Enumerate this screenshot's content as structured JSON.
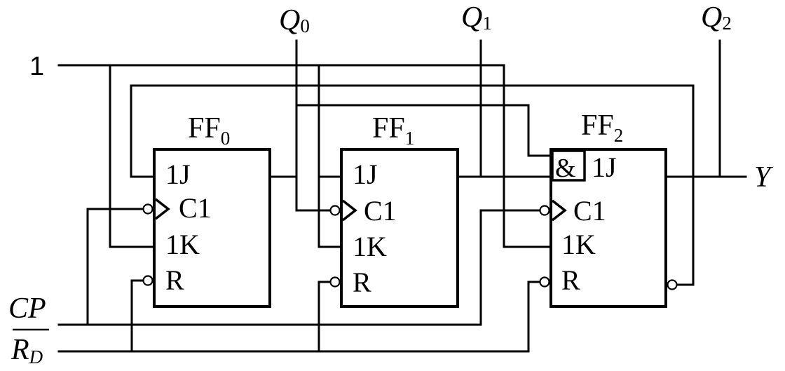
{
  "signals": {
    "q0": "Q",
    "q0_sub": "0",
    "q1": "Q",
    "q1_sub": "1",
    "q2": "Q",
    "q2_sub": "2",
    "one": "1",
    "cp": "CP",
    "rd": "R",
    "rd_sub": "D",
    "y": "Y"
  },
  "flip_flops": [
    {
      "name": "FF",
      "index": "0",
      "j": "1J",
      "c": "C1",
      "k": "1K",
      "r": "R"
    },
    {
      "name": "FF",
      "index": "1",
      "j": "1J",
      "c": "C1",
      "k": "1K",
      "r": "R"
    },
    {
      "name": "FF",
      "index": "2",
      "j": "1J",
      "c": "C1",
      "k": "1K",
      "r": "R",
      "and_gate": "&"
    }
  ],
  "colors": {
    "line": "#000000",
    "background": "#ffffff"
  }
}
